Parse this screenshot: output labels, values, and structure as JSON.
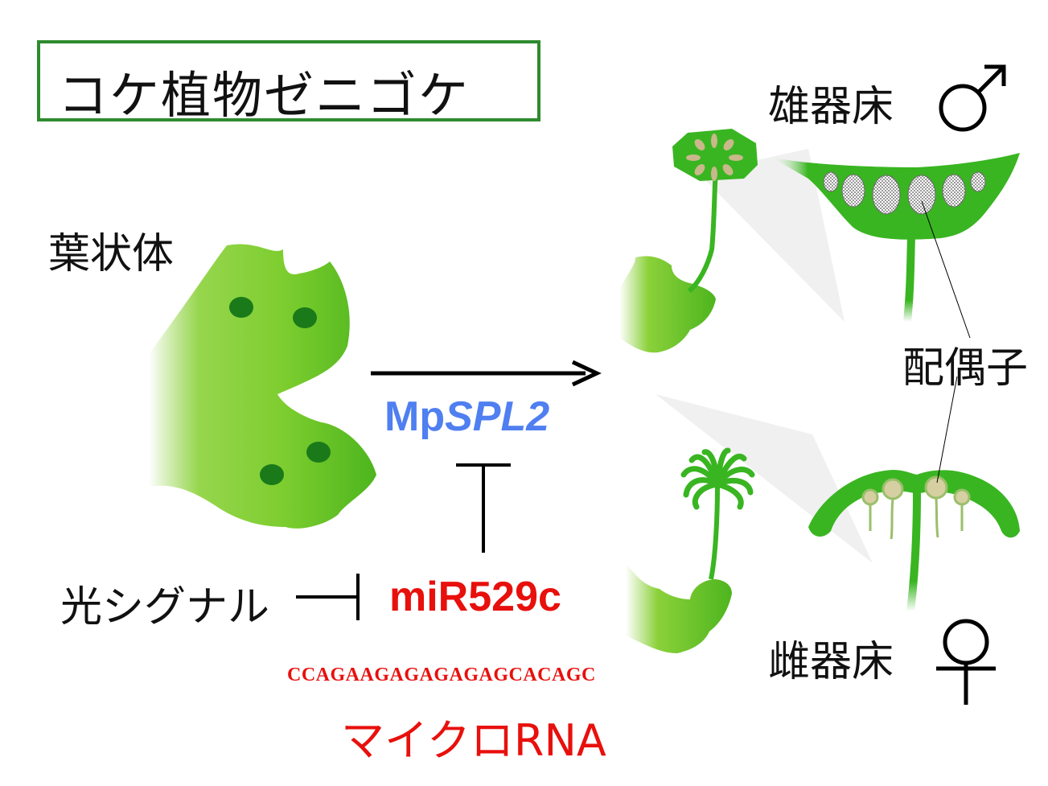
{
  "title": "コケ植物ゼニゴケ",
  "labels": {
    "thallus": "葉状体",
    "antheridiophore": "雄器床",
    "archegoniophore": "雌器床",
    "gametes": "配偶子",
    "light_signal": "光シグナル",
    "male_symbol": "♂",
    "female_symbol": "♀"
  },
  "gene": {
    "prefix": "Mp",
    "italic": "SPL2"
  },
  "mirna": {
    "name": "miR529c",
    "sequence": "CCAGAAGAGAGAGAGCACAGC",
    "caption": "マイクロRNA"
  },
  "colors": {
    "plant_green": "#39b521",
    "plant_light": "#8bd13a",
    "dark_spot": "#1a7a1a",
    "gene_blue": "#4f7ff0",
    "mirna_red": "#e8100c",
    "title_border": "#2e8b2e"
  }
}
